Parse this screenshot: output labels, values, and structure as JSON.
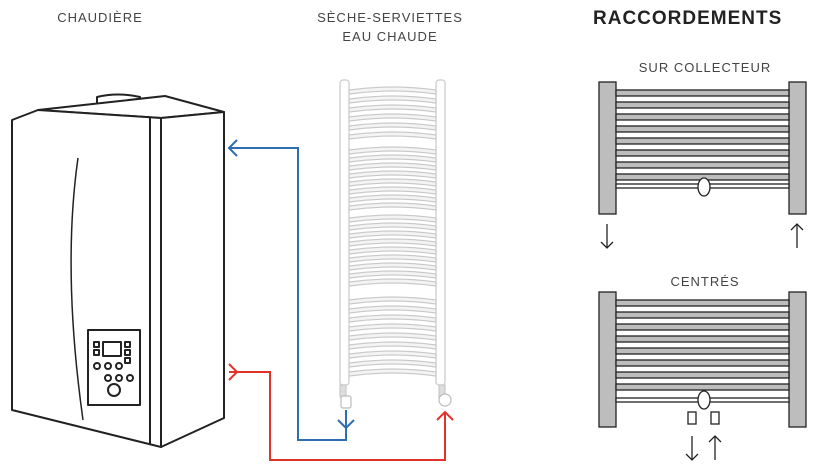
{
  "labels": {
    "boiler": "CHAUDIÈRE",
    "towel_line1": "SÈCHE-SERVIETTES",
    "towel_line2": "EAU CHAUDE",
    "connections_title": "RACCORDEMENTS",
    "collector": "SUR COLLECTEUR",
    "centered": "CENTRÉS"
  },
  "colors": {
    "return_pipe": "#2f6db3",
    "supply_pipe": "#e2332b",
    "outline": "#222222",
    "radiator_fill": "#bdbdbd"
  }
}
